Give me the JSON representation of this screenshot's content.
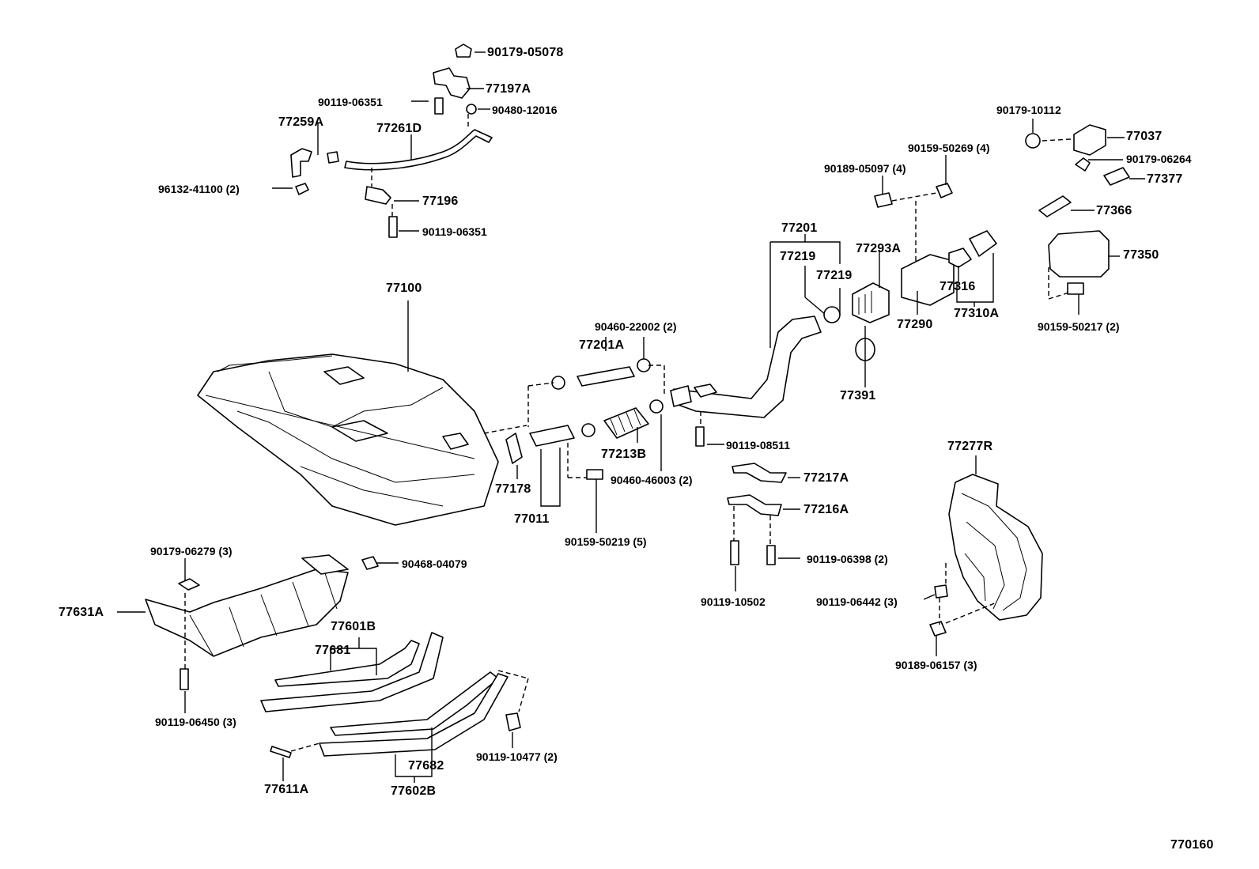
{
  "diagram_id": "770160",
  "labels": {
    "p90179_05078": "90179-05078",
    "p77197A": "77197A",
    "p90119_06351_a": "90119-06351",
    "p90480_12016": "90480-12016",
    "p77259A": "77259A",
    "p77261D": "77261D",
    "p96132_41100": "96132-41100 (2)",
    "p77196": "77196",
    "p90119_06351_b": "90119-06351",
    "p90179_10112": "90179-10112",
    "p77037": "77037",
    "p90159_50269": "90159-50269 (4)",
    "p90179_06264": "90179-06264",
    "p90189_05097": "90189-05097 (4)",
    "p77377": "77377",
    "p77366": "77366",
    "p77201": "77201",
    "p77219_a": "77219",
    "p77219_b": "77219",
    "p77293A": "77293A",
    "p77316": "77316",
    "p77290": "77290",
    "p77310A": "77310A",
    "p77350": "77350",
    "p90159_50217": "90159-50217 (2)",
    "p77391": "77391",
    "p77100": "77100",
    "p90460_22002": "90460-22002 (2)",
    "p77201A": "77201A",
    "p90119_08511": "90119-08511",
    "p77213B": "77213B",
    "p90460_46003": "90460-46003 (2)",
    "p77178": "77178",
    "p77011": "77011",
    "p90159_50219": "90159-50219 (5)",
    "p77217A": "77217A",
    "p77216A": "77216A",
    "p90119_06398": "90119-06398 (2)",
    "p90119_10502": "90119-10502",
    "p77277R": "77277R",
    "p90119_06442": "90119-06442 (3)",
    "p90189_06157": "90189-06157 (3)",
    "p90179_06279": "90179-06279 (3)",
    "p90468_04079": "90468-04079",
    "p77631A": "77631A",
    "p77601B": "77601B",
    "p77681": "77681",
    "p90119_06450": "90119-06450 (3)",
    "p90119_10477": "90119-10477 (2)",
    "p77682": "77682",
    "p77611A": "77611A",
    "p77602B": "77602B"
  }
}
